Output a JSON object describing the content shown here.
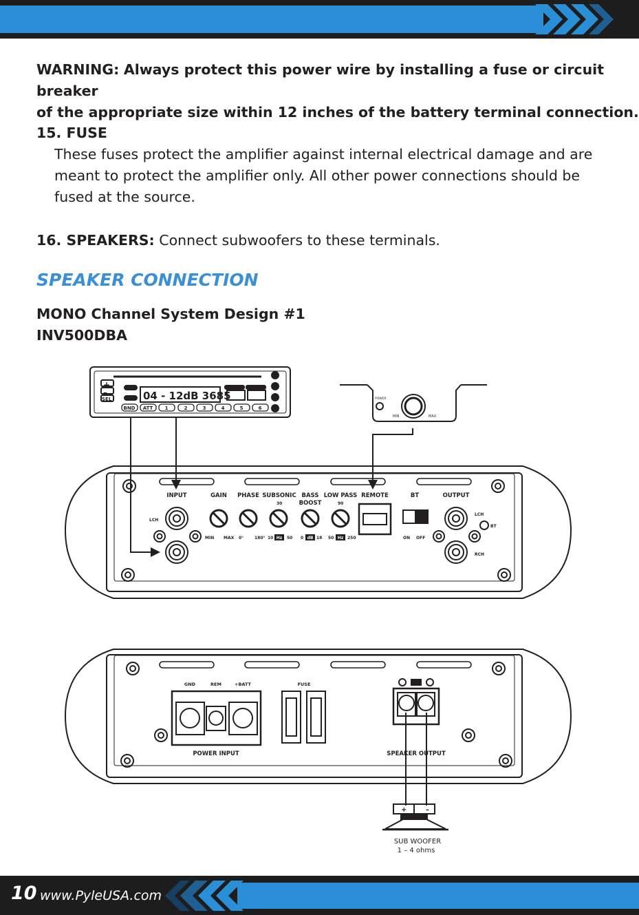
{
  "warning": {
    "label": "WARNING:",
    "line1": "Always protect this power wire by installing a fuse or circuit breaker",
    "line2": "of the appropriate size within 12 inches of the battery terminal connection."
  },
  "fuse": {
    "heading": "15. FUSE",
    "lines": [
      "These fuses protect the amplifier against internal electrical damage and are",
      "meant to protect the amplifier only. All other power connections should be",
      "fused at the source."
    ]
  },
  "speakers": {
    "label": "16. SPEAKERS:",
    "text": "Connect subwoofers to these terminals."
  },
  "section_title": "SPEAKER CONNECTION",
  "design": {
    "title": "MONO Channel System Design #1",
    "model": "INV500DBA"
  },
  "head_unit": {
    "display": "04 - 12dB 3685",
    "buttons": [
      "BND",
      "ATT",
      "1",
      "2",
      "3",
      "4",
      "5",
      "6"
    ],
    "sel": "SEL"
  },
  "remote": {
    "power": "POWER",
    "min": "MIN",
    "max": "MAX"
  },
  "amp_front": {
    "labels": [
      "INPUT",
      "GAIN",
      "PHASE",
      "SUBSONIC",
      "BASS",
      "BOOST",
      "LOW PASS",
      "REMOTE",
      "BT",
      "OUTPUT"
    ],
    "lch": "LCH",
    "rch": "RCH",
    "bt": "BT",
    "gain_min": "MIN",
    "gain_max": "MAX",
    "phase_min": "0°",
    "phase_max": "180°",
    "sub_top": "30",
    "sub_lo": "10",
    "sub_unit": "Hz",
    "sub_hi": "50",
    "bass_lo": "0",
    "bass_unit": "dB",
    "bass_hi": "18",
    "lp_top": "90",
    "lp_lo": "50",
    "lp_unit": "Hz",
    "lp_hi": "250",
    "on": "ON",
    "off": "OFF"
  },
  "amp_rear": {
    "gnd": "GND",
    "rem": "REM",
    "batt": "+BATT",
    "fuse": "FUSE",
    "power_input": "POWER  INPUT",
    "speaker_output": "SPEAKER  OUTPUT"
  },
  "subwoofer": {
    "label": "SUB WOOFER",
    "ohms": "1 – 4 ohms",
    "plus": "+",
    "minus": "–"
  },
  "footer": {
    "page": "10",
    "site": "www.PyleUSA.com"
  },
  "colors": {
    "accent": "#2b8fd8",
    "heading": "#3b8fd6",
    "band": "#1d1d1d"
  }
}
